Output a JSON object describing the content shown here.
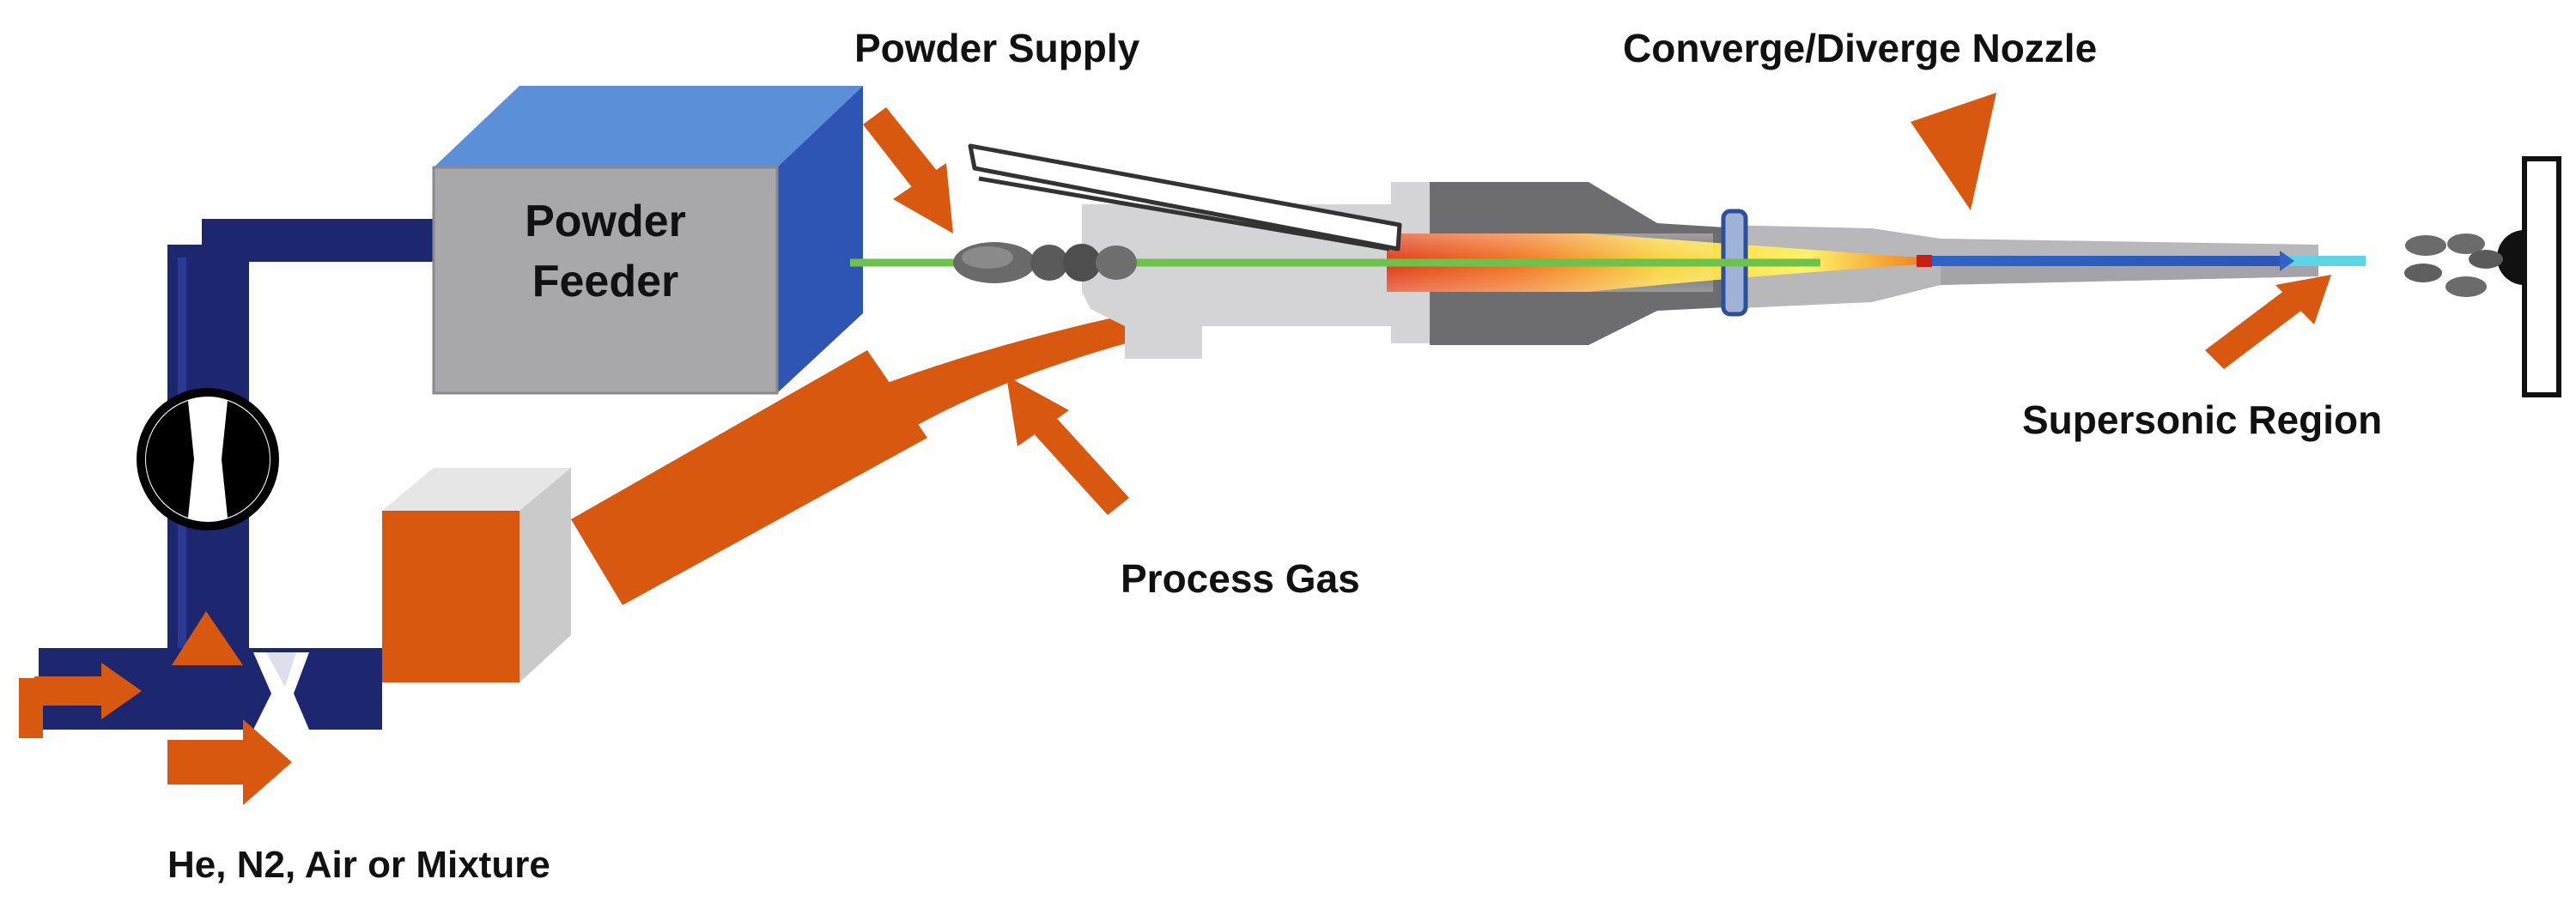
{
  "labels": {
    "powder_supply": "Powder Supply",
    "nozzle": "Converge/Diverge Nozzle",
    "powder_feeder_line1": "Powder",
    "powder_feeder_line2": "Feeder",
    "process_gas": "Process Gas",
    "supersonic_region": "Supersonic Region",
    "gas_source": "He, N2, Air or Mixture"
  },
  "colors": {
    "pipe_navy": "#1c2770",
    "feeder_front": "#a8a8aa",
    "feeder_top": "#5b8fd8",
    "feeder_side": "#2f55b4",
    "accent_orange": "#d9580f",
    "gas_heater_side": "#c8c8c8",
    "jet_blue": "#2e64c8",
    "jet_cyan": "#5cd6e6",
    "trace_green": "#6cc24a"
  }
}
